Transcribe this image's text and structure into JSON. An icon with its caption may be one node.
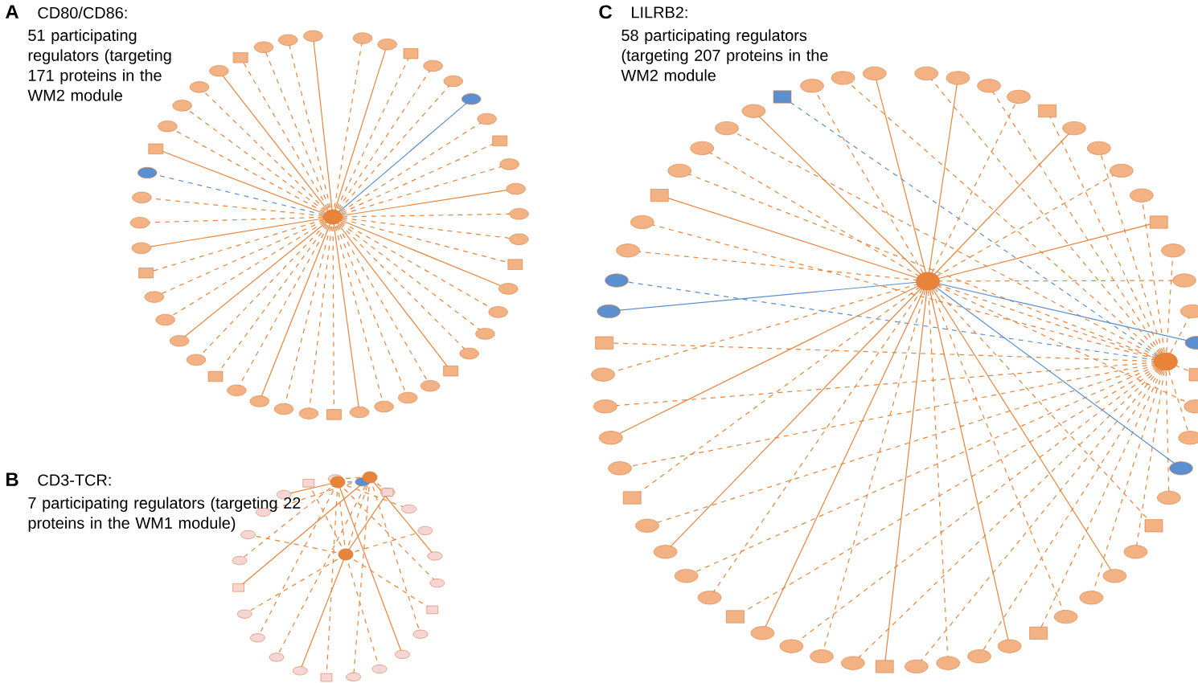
{
  "diagram": {
    "labels": [
      "A",
      "CD80/CD86:",
      "51 participating regulators (targeting 171 proteins in the WM2 module",
      "B",
      "CD3-TCR:",
      "7 participating regulators (targeting 22 proteins in the WM1 module)",
      "C",
      "LILRB2:",
      "58 participating regulators (targeting 207 proteins in the WM2 module"
    ]
  }
}
